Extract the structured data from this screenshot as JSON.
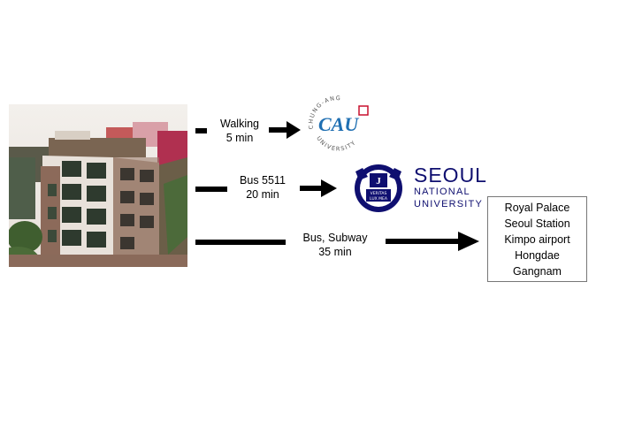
{
  "routes": [
    {
      "mode": "Walking",
      "time": "5 min"
    },
    {
      "mode": "Bus 5511",
      "time": "20 min"
    },
    {
      "mode": "Bus, Subway",
      "time": "35 min"
    }
  ],
  "logos": {
    "cau": {
      "wordmark": "CAU",
      "arc_text": "CHUNG-ANG",
      "arc_text_bottom": "UNIVERSITY",
      "color": "#1f6fb2",
      "accent": "#c8102e"
    },
    "snu": {
      "line1": "SEOUL",
      "line2": "NATIONAL",
      "line3": "UNIVERSITY",
      "emblem_text_1": "VERITAS",
      "emblem_text_2": "LUX MEA",
      "color": "#0f0f70"
    }
  },
  "destinations": [
    "Royal Palace",
    "Seoul Station",
    "Kimpo airport",
    "Hongdae",
    "Gangnam"
  ]
}
